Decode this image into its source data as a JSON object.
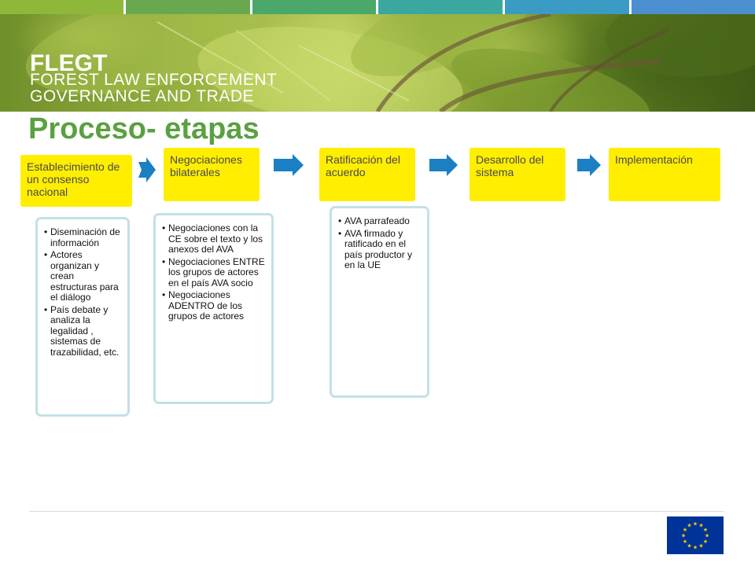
{
  "colors": {
    "strip": [
      "#8fb83a",
      "#6aa84f",
      "#49a86a",
      "#3aa7a1",
      "#3a9bc4",
      "#4b8fd0"
    ],
    "stage_fill": "#ffee00",
    "arrow": "#1b7fc3",
    "title": "#5aa040",
    "detail_border": "#c4e0e6",
    "eu_blue": "#003399",
    "eu_star": "#ffcc00"
  },
  "banner": {
    "logo_title": "FLEGT",
    "logo_line1": "FOREST LAW ENFORCEMENT",
    "logo_line2": "GOVERNANCE AND TRADE"
  },
  "page": {
    "title": "Proceso- etapas"
  },
  "stages": [
    {
      "label": "Establecimiento de un consenso nacional"
    },
    {
      "label": "Negociaciones bilaterales"
    },
    {
      "label": "Ratificación del acuerdo"
    },
    {
      "label": "Desarrollo del sistema"
    },
    {
      "label": "Implementación"
    }
  ],
  "details": [
    {
      "items": [
        "Diseminación de información",
        "Actores organizan y crean estructuras para el diálogo",
        "País debate y analiza la legalidad , sistemas de trazabilidad, etc."
      ]
    },
    {
      "items": [
        "Negociaciones con la CE sobre el texto y los anexos del AVA",
        "Negociaciones ENTRE los grupos de actores en el país AVA socio",
        "Negociaciones ADENTRO de los grupos de actores"
      ]
    },
    {
      "items": [
        "AVA parrafeado",
        "AVA firmado y ratificado en el país productor y en la UE"
      ]
    }
  ],
  "icons": {
    "arrow": "right-arrow-icon",
    "flag": "eu-flag-icon"
  }
}
